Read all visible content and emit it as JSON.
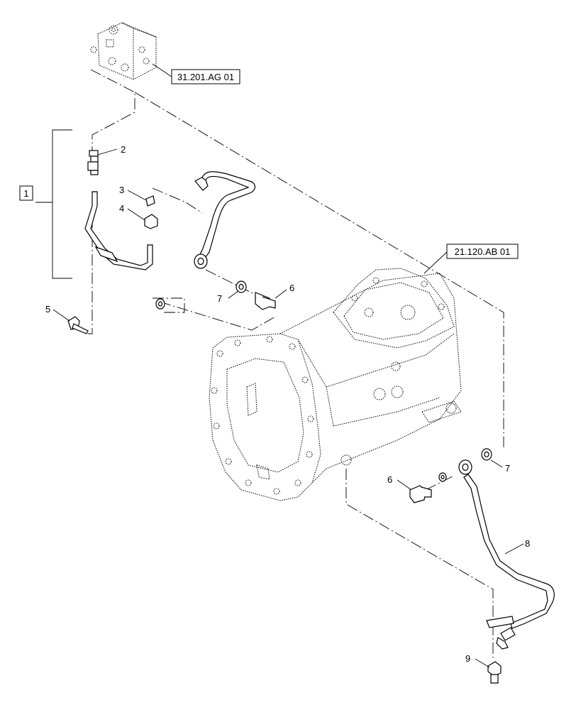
{
  "references": {
    "valve_ref": "31.201.AG 01",
    "housing_ref": "21.120.AB 01"
  },
  "kit_label": "1",
  "callouts": {
    "c2": "2",
    "c3": "3",
    "c4": "4",
    "c5": "5",
    "c6_upper": "6",
    "c7_upper": "7",
    "c6_lower": "6",
    "c7_lower": "7",
    "c8": "8",
    "c9": "9"
  }
}
